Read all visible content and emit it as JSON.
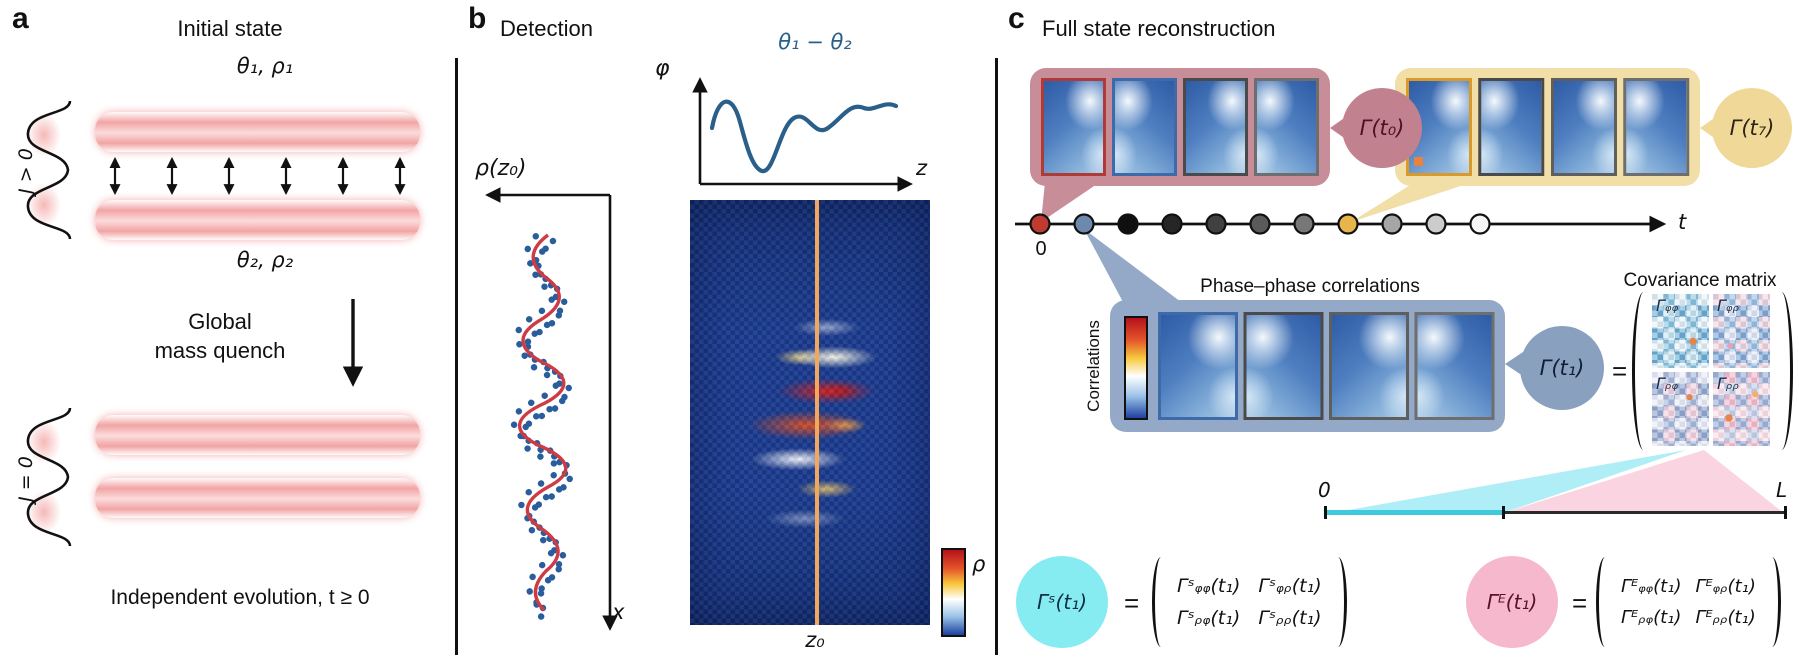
{
  "panel_a": {
    "label": "a",
    "title": "Initial state",
    "condensate1": "θ₁, ρ₁",
    "condensate2": "θ₂, ρ₂",
    "coupling_on": "J > 0",
    "coupling_off": "J = 0",
    "quench_line1": "Global",
    "quench_line2": "mass quench",
    "evolution": "Independent evolution, t ≥ 0"
  },
  "panel_b": {
    "label": "b",
    "title": "Detection",
    "density_axis": "ρ(z₀)",
    "x_axis": "x",
    "phase_axis": "φ",
    "z_axis": "z",
    "phase_difference": "θ₁ − θ₂",
    "z0": "z₀",
    "colorbar": "ρ"
  },
  "panel_c": {
    "label": "c",
    "title": "Full state reconstruction",
    "time_axis": "t",
    "time_origin": "0",
    "gamma_t0": "Γ(t₀)",
    "gamma_t7": "Γ(t₇)",
    "gamma_t1": "Γ(t₁)",
    "phase_correlations": "Phase–phase correlations",
    "correlations_colorbar": "Correlations",
    "covariance_title": "Covariance matrix",
    "cov_blocks": [
      "Γᵩᵩ",
      "Γᵩᵨ",
      "Γᵨᵩ",
      "Γᵨᵨ"
    ],
    "equals": "=",
    "interval_start": "0",
    "interval_end": "L",
    "system": {
      "lhs": "Γˢ(t₁)",
      "entries": [
        "Γˢᵩᵩ(t₁)",
        "Γˢᵩᵨ(t₁)",
        "Γˢᵨᵩ(t₁)",
        "Γˢᵨᵨ(t₁)"
      ]
    },
    "environment": {
      "lhs": "Γᴱ(t₁)",
      "entries": [
        "Γᴱᵩᵩ(t₁)",
        "Γᴱᵩᵨ(t₁)",
        "Γᴱᵨᵩ(t₁)",
        "Γᴱᵨᵨ(t₁)"
      ]
    }
  },
  "colors": {
    "condensate_pink": "#f2a4a4",
    "curve_red": "#cf3b45",
    "data_blue": "#2a5d9c",
    "phase_line_blue": "#2a5f8a",
    "readout_orange": "#f0a95c",
    "box_t0_pink": "#c78d99",
    "box_t7_yellow": "#f2dfa7",
    "box_t1_blue": "#93a9c7",
    "system_cyan": "#86ecf2",
    "environment_pink": "#f6b8cd",
    "timeline_red": "#c13a32",
    "timeline_blue": "#6d89ae",
    "timeline_yellow": "#e7b54a"
  }
}
